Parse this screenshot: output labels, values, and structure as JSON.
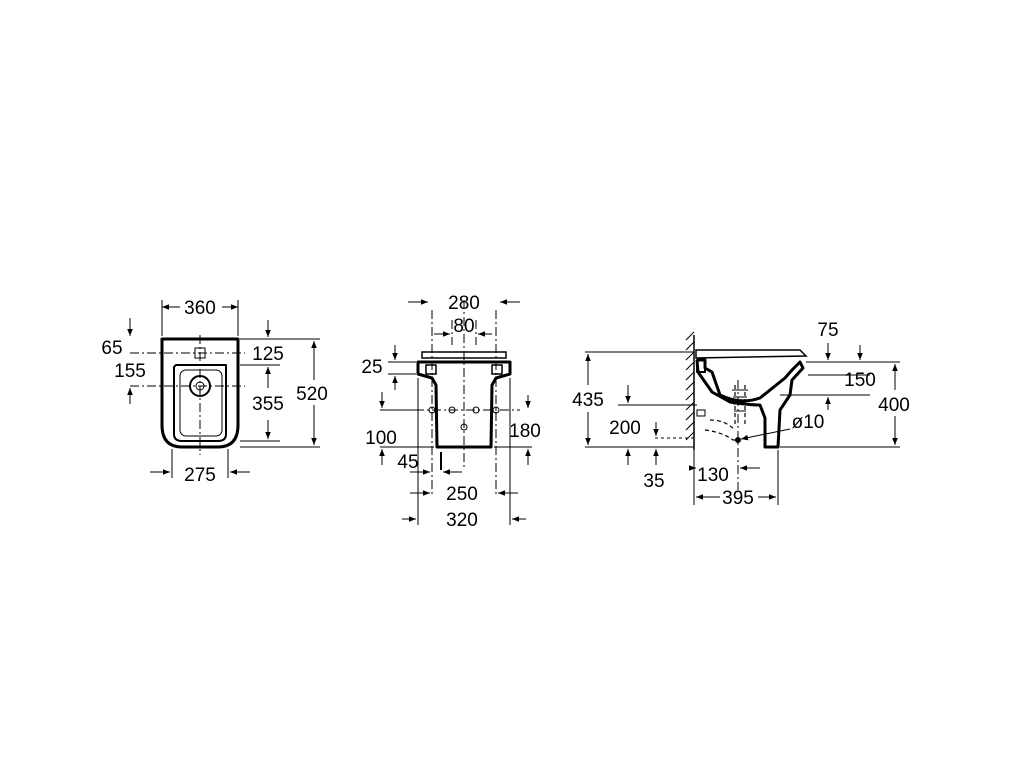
{
  "views": {
    "top": {
      "labels": {
        "width": "360",
        "top_hole": "65",
        "tap_hole": "155",
        "rim": "125",
        "bowl": "355",
        "length": "520",
        "base": "275"
      }
    },
    "front": {
      "labels": {
        "top_width": "280",
        "center_width": "80",
        "seat": "25",
        "floor_holes": "100",
        "fix_height": "180",
        "offset": "45",
        "base_width": "250",
        "overall_width": "320"
      }
    },
    "side": {
      "labels": {
        "height": "435",
        "seat_offset": "75",
        "waste_height": "150",
        "rim_height": "400",
        "inlet_height": "200",
        "inlet_offset": "35",
        "waste_distance": "130",
        "diameter": "ø10",
        "depth": "395"
      }
    }
  }
}
